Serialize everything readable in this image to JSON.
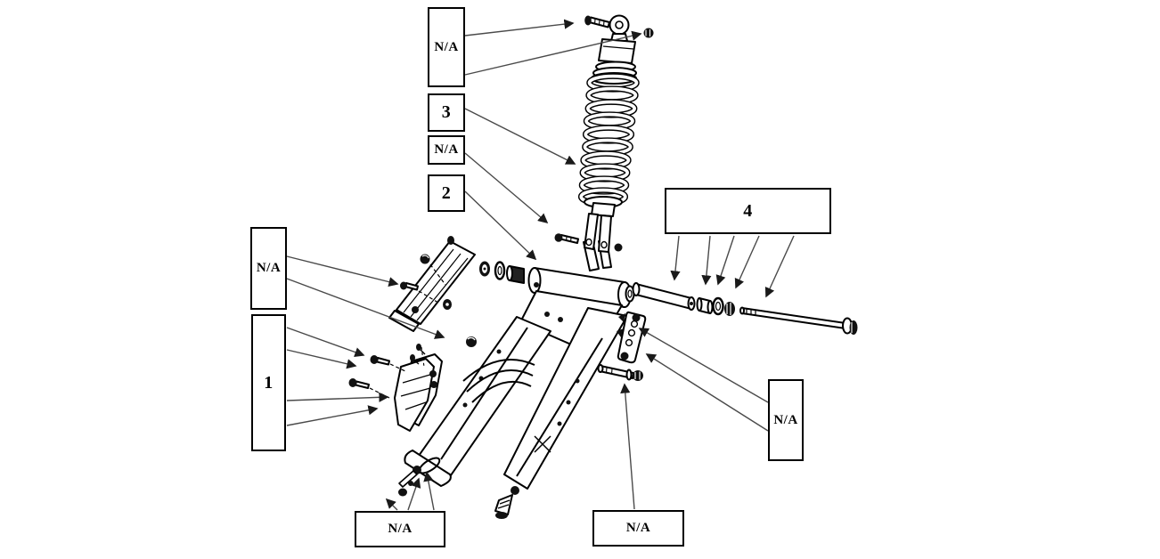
{
  "diagram": {
    "callouts": [
      {
        "id": "shock-top-mount",
        "label": "N/A"
      },
      {
        "id": "shock-spring",
        "label": "3"
      },
      {
        "id": "shock-lower-bolt",
        "label": "N/A"
      },
      {
        "id": "swingarm",
        "label": "2"
      },
      {
        "id": "axle-group",
        "label": "4"
      },
      {
        "id": "upper-chain-guide",
        "label": "N/A"
      },
      {
        "id": "chain-slider",
        "label": "1"
      },
      {
        "id": "chain-tensioner",
        "label": "N/A"
      },
      {
        "id": "left-adjuster",
        "label": "N/A"
      },
      {
        "id": "tensioner-bolt",
        "label": "N/A"
      }
    ],
    "parts": [
      {
        "icon": "rear-shock-absorber-drawing"
      },
      {
        "icon": "coil-spring-drawing"
      },
      {
        "icon": "swingarm-drawing"
      },
      {
        "icon": "pivot-sleeve-drawing"
      },
      {
        "icon": "spacer-drawing"
      },
      {
        "icon": "washer-drawing"
      },
      {
        "icon": "nut-drawing"
      },
      {
        "icon": "pivot-axle-bolt-drawing"
      },
      {
        "icon": "upper-chain-guide-drawing"
      },
      {
        "icon": "chain-slider-drawing"
      },
      {
        "icon": "chain-tensioner-link-drawing"
      },
      {
        "icon": "adjuster-bolt-drawing"
      }
    ],
    "colors": {
      "line": "#000000",
      "leader": "#4a4a4a",
      "background": "#ffffff",
      "box_border": "#000000",
      "box_fill": "#ffffff",
      "text": "#000000"
    }
  }
}
